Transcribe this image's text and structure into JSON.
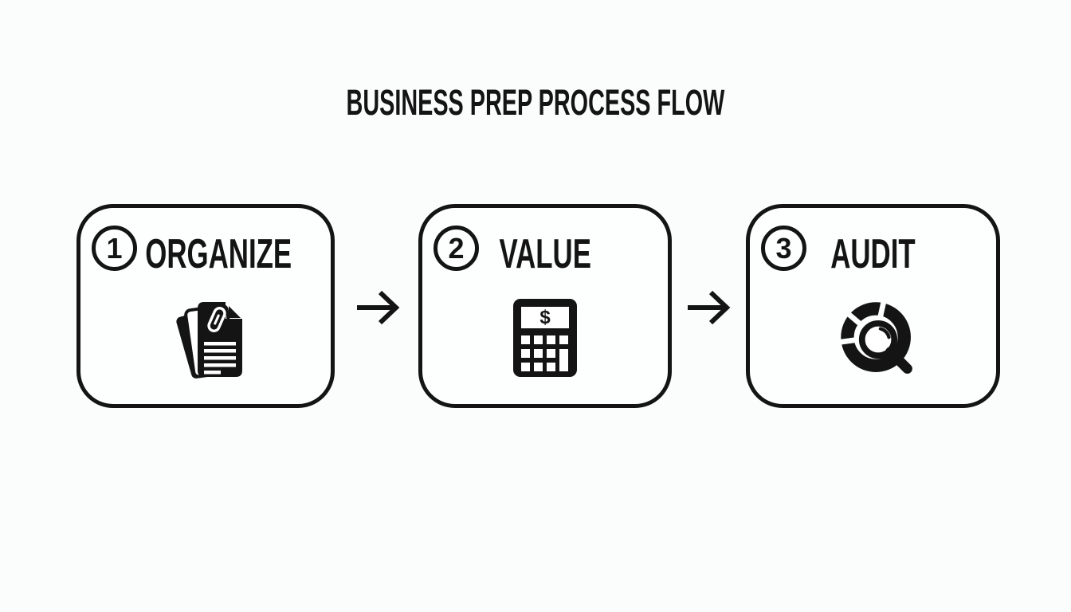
{
  "title": "BUSINESS PREP PROCESS FLOW",
  "steps": [
    {
      "number": "1",
      "label": "ORGANIZE",
      "icon": "stacked-documents-paperclip-icon"
    },
    {
      "number": "2",
      "label": "VALUE",
      "icon": "calculator-icon",
      "calculator_display": "$"
    },
    {
      "number": "3",
      "label": "AUDIT",
      "icon": "pie-chart-magnifier-icon"
    }
  ],
  "arrows": {
    "glyph": "→",
    "icon": "right-arrow-icon",
    "count": 2
  },
  "colors": {
    "background": "#fbfcfc",
    "ink": "#141414",
    "box_fill": "#fdfefe"
  }
}
